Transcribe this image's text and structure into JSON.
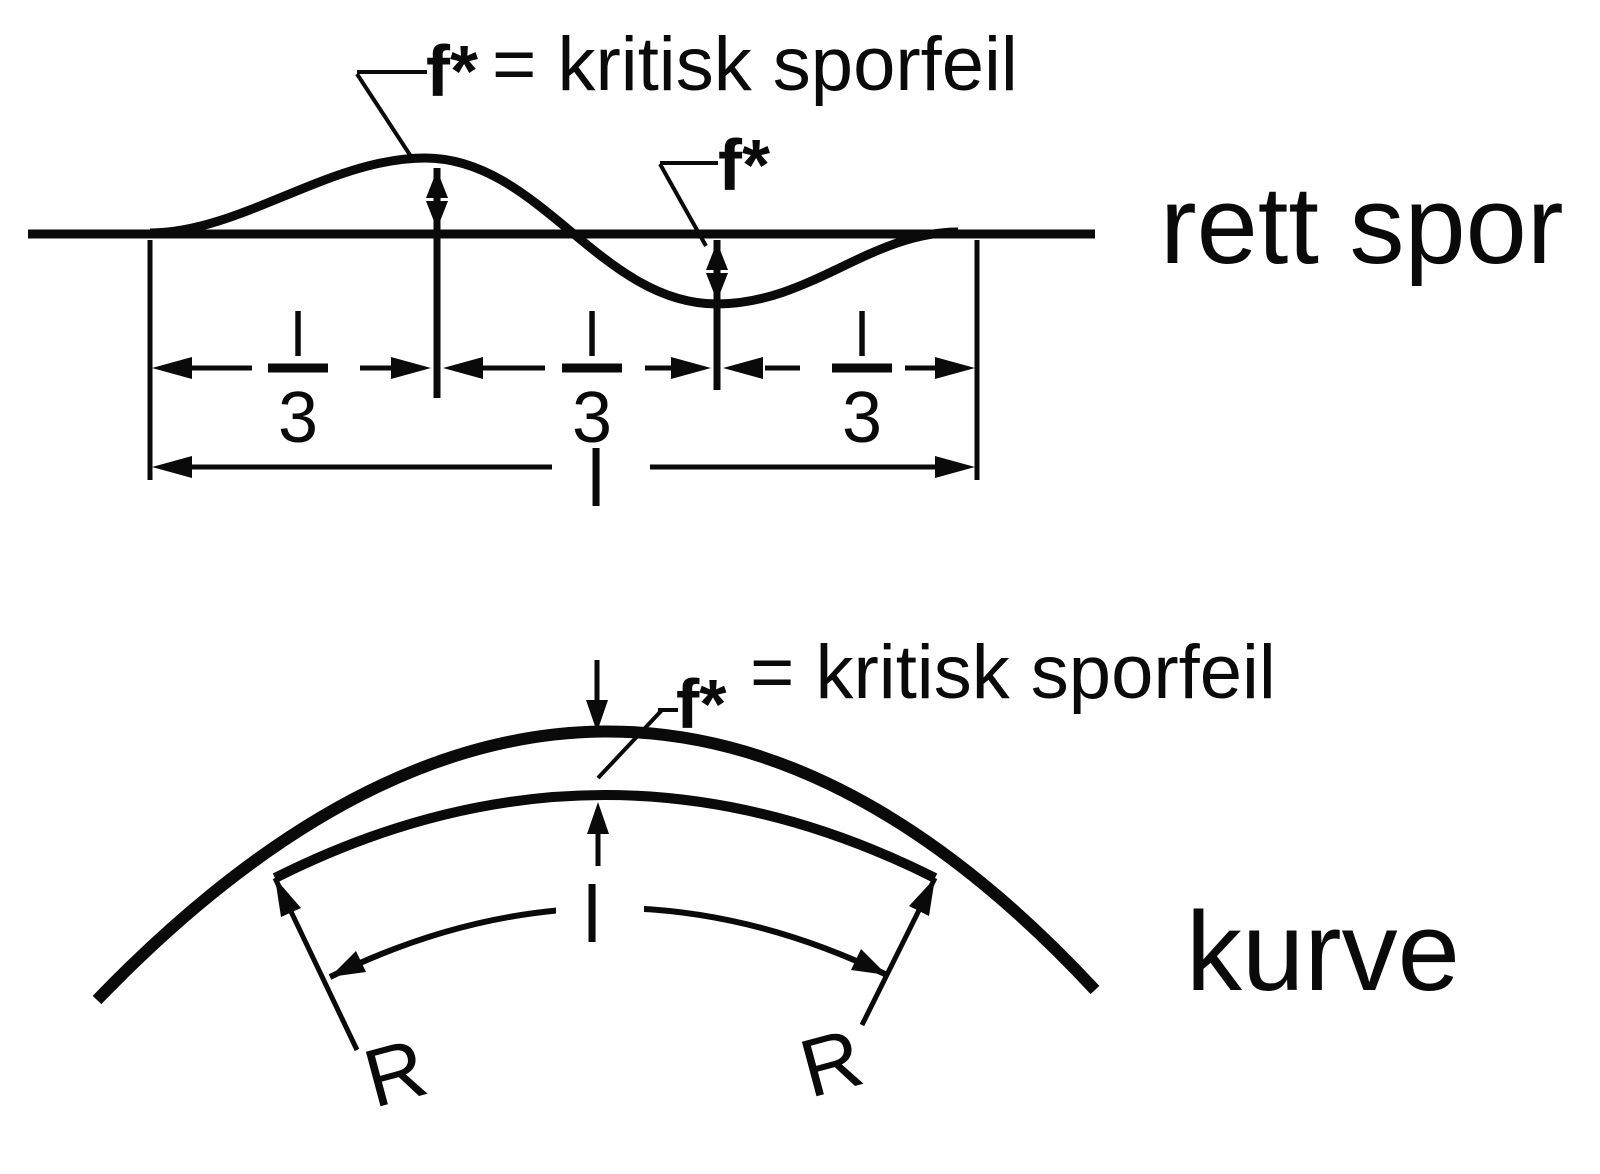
{
  "fig_top": {
    "fstar_label": "f*",
    "equals_critical": "= kritisk sporfeil",
    "fstar_small": "f*",
    "frac_numerator": "l",
    "frac_denominator": "3",
    "total_label": "l",
    "side_label": "rett spor"
  },
  "fig_bottom": {
    "fstar_label": "f*",
    "equals_critical": "= kritisk sporfeil",
    "length_label": "l",
    "radius_left": "R",
    "radius_right": "R",
    "side_label": "kurve"
  }
}
